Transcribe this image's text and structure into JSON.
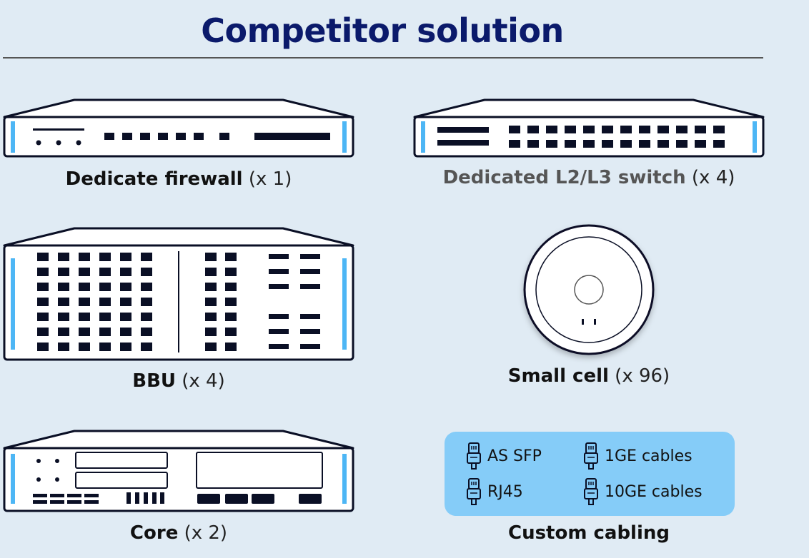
{
  "title": "Competitor solution",
  "devices": {
    "firewall": {
      "name": "Dedicate firewall",
      "count": "(x 1)"
    },
    "switch": {
      "name": "Dedicated L2/L3 switch",
      "count": "(x 4)"
    },
    "bbu": {
      "name": "BBU",
      "count": "(x 4)"
    },
    "small_cell": {
      "name": "Small cell",
      "count": "(x 96)"
    },
    "core": {
      "name": "Core",
      "count": "(x 2)"
    }
  },
  "cabling": {
    "caption": "Custom cabling",
    "items": [
      "AS SFP",
      "RJ45",
      "1GE cables",
      "10GE cables"
    ]
  },
  "colors": {
    "title": "#0b1a6b",
    "accent_bar": "#4db6f5",
    "cabling_bg": "#85ccf8"
  },
  "icons": {
    "cable": "ethernet-plug-icon"
  }
}
